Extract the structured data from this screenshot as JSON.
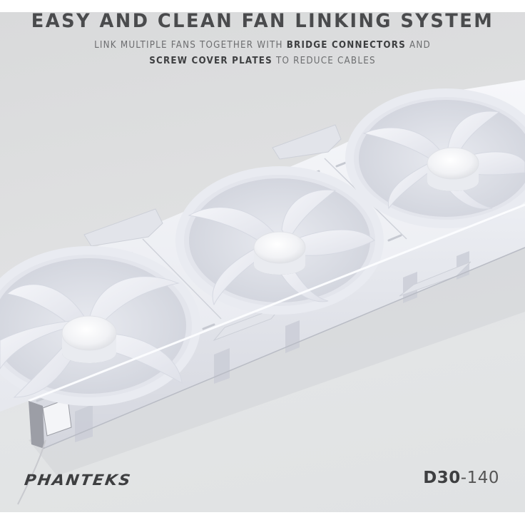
{
  "headline": "EASY AND CLEAN FAN LINKING SYSTEM",
  "subheading": {
    "line1_prefix": "LINK MULTIPLE FANS TOGETHER WITH ",
    "line1_bold": "BRIDGE CONNECTORS",
    "line1_suffix": " AND",
    "line2_bold": "SCREW COVER PLATES",
    "line2_suffix": " TO REDUCE CABLES"
  },
  "product": {
    "description": "Three linked white 140mm fans with bridge connectors and screw cover plates",
    "fan_count": 3
  },
  "footer": {
    "brand": "PHANTEKS",
    "model_bold": "D30",
    "model_light": "-140"
  },
  "colors": {
    "background": "#dfe0e1",
    "text_dark": "#4a4b4d",
    "text_muted": "#6d6e70",
    "fan_white": "#f2f3f7",
    "border": "#ffffff"
  }
}
